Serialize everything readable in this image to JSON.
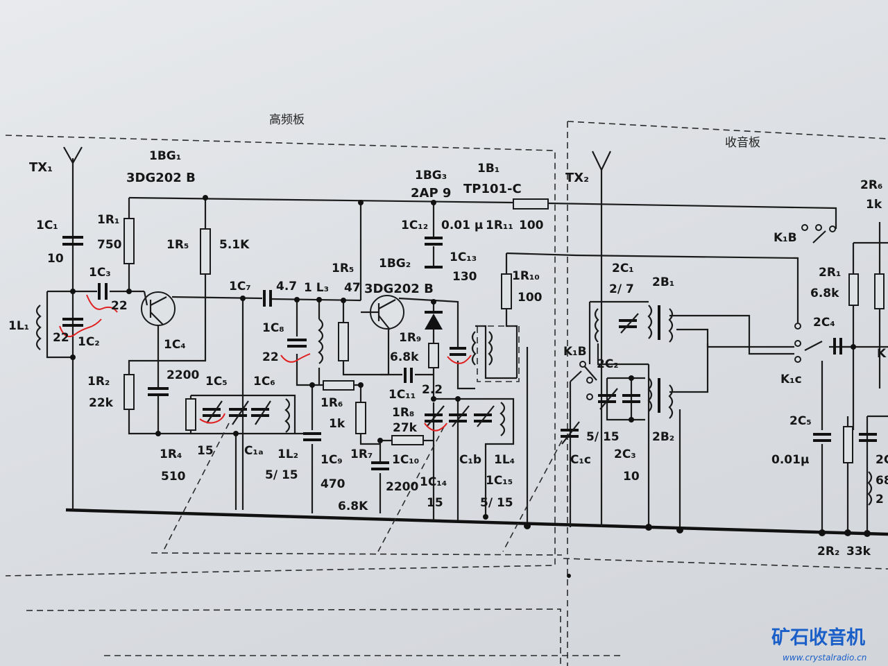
{
  "boards": {
    "rf_board_title": "高频板",
    "receiver_board_title": "收音板"
  },
  "labels": {
    "tx1": "TX₁",
    "tx2": "TX₂",
    "bg1_ref": "1BG₁",
    "bg1_type": "3DG202 B",
    "bg3_ref": "1BG₃",
    "bg3_type": "2AP 9",
    "b1_ref": "1B₁",
    "b1_type": "TP101-C",
    "c1": "1C₁",
    "c1_val": "10",
    "r1": "1R₁",
    "r1_val": "750",
    "c3": "1C₃",
    "c3_val": "22",
    "l1": "1L₁",
    "c2_val": "22",
    "c2": "1C₂",
    "r5a": "1R₅",
    "r5a_val": "5.1K",
    "c7": "1C₇",
    "c7_val": "4.7",
    "l3": "1 L₃",
    "r5b": "1R₅",
    "r5b_val": "47",
    "c12": "1C₁₂",
    "c12_val": "0.01 μ",
    "r11": "1R₁₁",
    "r11_val": "100",
    "c13": "1C₁₃",
    "c13_val": "130",
    "bg2_ref": "1BG₂",
    "bg2_type": "3DG202 B",
    "r10": "1R₁₀",
    "r10_val": "100",
    "c8": "1C₈",
    "c8_val": "22",
    "c4": "1C₄",
    "c4_val": "2200",
    "r2": "1R₂",
    "r2_val": "22k",
    "c5": "1C₅",
    "c6": "1C₆",
    "r9": "1R₉",
    "r9_val": "6.8k",
    "c11": "1C₁₁",
    "c11_val": "2.2",
    "r6": "1R₆",
    "r6_val": "1k",
    "r8": "1R₈",
    "r8_val": "27k",
    "r4": "1R₄",
    "r4_val": "510",
    "c5_val": "15",
    "c1a": "C₁ₐ",
    "l2": "1L₂",
    "l2_val": "5/ 15",
    "c9": "1C₉",
    "c9_val": "470",
    "r7": "1R₇",
    "r7_val": "6.8K",
    "c10": "1C₁₀",
    "c10_val": "2200",
    "c14": "1C₁₄",
    "c14_val": "15",
    "c1b": "C₁b",
    "l4": "1L₄",
    "c15": "1C₁₅",
    "c15_val": "5/ 15",
    "k1b_top": "K₁B",
    "k1b_left": "K₁B",
    "c_1c": "C₁c",
    "c1c_val": "5/ 15",
    "rc1": "2C₁",
    "rc1_val": "2/ 7",
    "rb1": "2B₁",
    "rc2": "2C₂",
    "rc3": "2C₃",
    "rc3_val": "10",
    "rb2": "2B₂",
    "rr6": "2R₆",
    "rr6_val": "1k",
    "rr1": "2R₁",
    "rr1_val": "6.8k",
    "rc4": "2C₄",
    "k1c": "K₁c",
    "rc5": "2C₅",
    "rc5_val": "0.01μ",
    "rr2": "2R₂",
    "rr2_val": "33k",
    "edge_k": "K",
    "edge_2c": "2C",
    "edge_68": "68",
    "edge_2": "2"
  },
  "watermark": {
    "name": "矿石收音机",
    "url": "www.crystalradio.cn"
  }
}
